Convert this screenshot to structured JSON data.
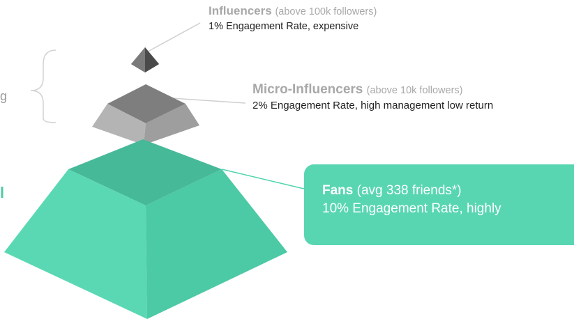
{
  "diagram": {
    "tiers": [
      {
        "id": "influencers",
        "name": "Influencers",
        "note": "(above 100k followers)",
        "detail": "1% Engagement Rate, expensive"
      },
      {
        "id": "micro-influencers",
        "name": "Micro-Influencers",
        "note": "(above 10k followers)",
        "detail": "2% Engagement Rate, high management low return"
      },
      {
        "id": "fans",
        "name": "Fans",
        "note": "(avg 338 friends*)",
        "detail": "10% Engagement Rate, highly"
      }
    ],
    "left_fragments": {
      "upper": "g",
      "lower": "l"
    },
    "colors": {
      "fans_callout": "#58d6b2",
      "fans_text": "#ffffff",
      "tier_name_gray": "#a8a8a8",
      "detail_text": "#222222",
      "pyramid_teal": "#4fd4ad",
      "pyramid_gray": "#8a8a8a"
    }
  }
}
